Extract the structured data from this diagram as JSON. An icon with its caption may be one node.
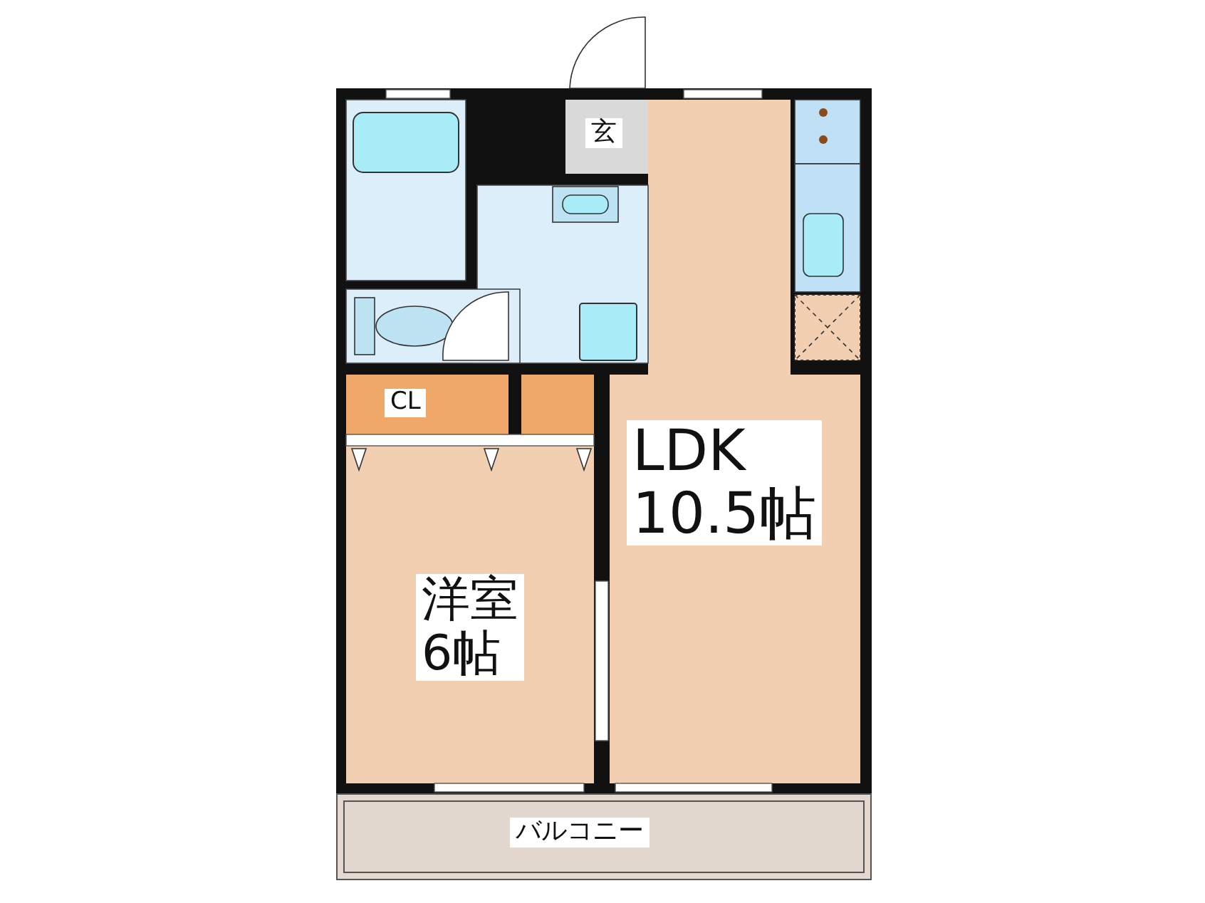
{
  "diagram": {
    "nodes": [
      {
        "text": [
          "玄"
        ]
      },
      {
        "text": [
          "CL"
        ]
      },
      {
        "text": [],
        "shape": "box"
      },
      {
        "text": [
          "LDK",
          "10.5帖"
        ]
      },
      {
        "text": [
          "洋室",
          "6帖"
        ]
      },
      {
        "text": [
          "バルコニー"
        ]
      }
    ]
  }
}
